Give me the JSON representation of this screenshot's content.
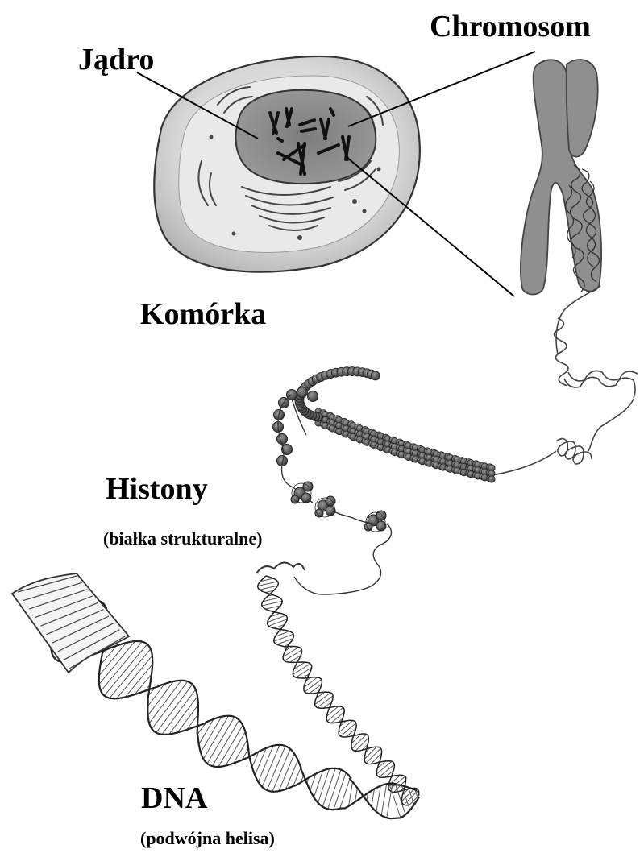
{
  "labels": {
    "jadro": "Jądro",
    "chromosom": "Chromosom",
    "komorka": "Komórka",
    "histony": "Histony",
    "bialka": "(białka strukturalne)",
    "dna": "DNA",
    "helisa": "(podwójna helisa)"
  },
  "colors": {
    "cell_fill": "#cfcfcf",
    "cell_inner": "#e6e6e6",
    "nucleus": "#8a8a8a",
    "chromosome": "#8f8f8f",
    "histone": "#555555",
    "ink": "#000000"
  }
}
